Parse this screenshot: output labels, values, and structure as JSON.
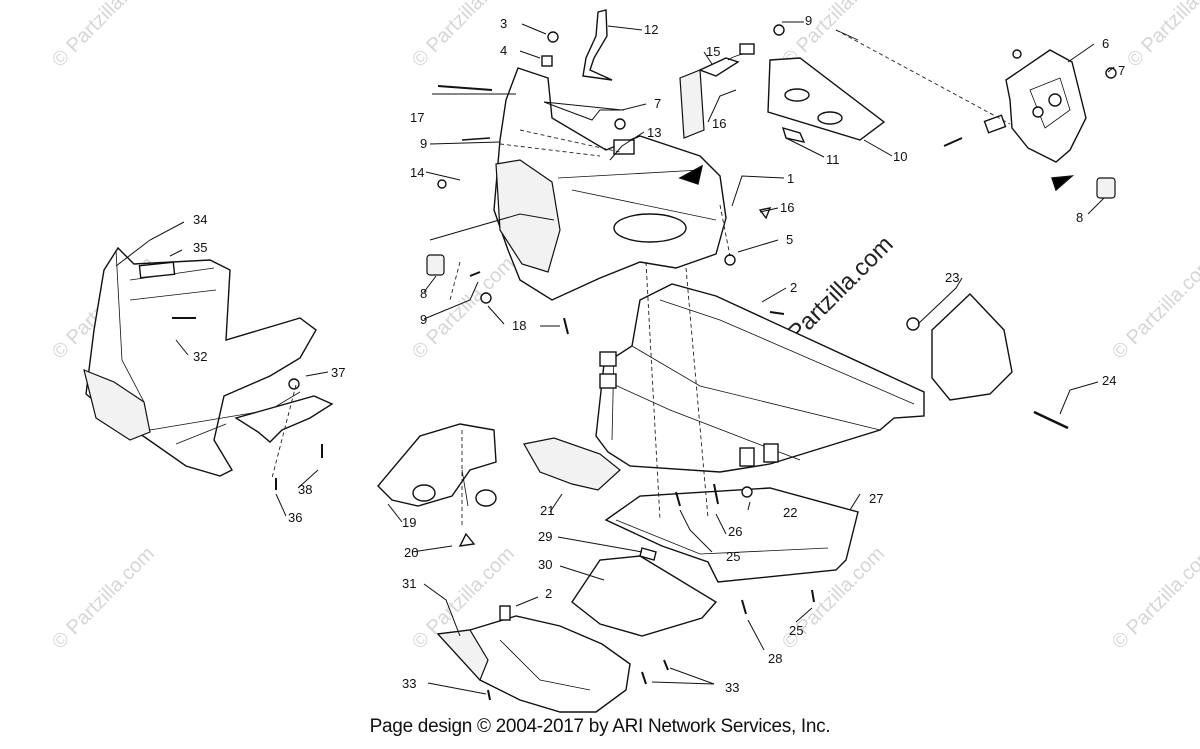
{
  "watermark": "© Partzilla.com",
  "footer": "Page design © 2004-2017 by ARI Network Services, Inc.",
  "callouts": [
    "1",
    "2",
    "3",
    "4",
    "5",
    "6",
    "7",
    "8",
    "9",
    "10",
    "11",
    "12",
    "13",
    "14",
    "15",
    "16",
    "17",
    "18",
    "19",
    "20",
    "21",
    "22",
    "23",
    "24",
    "25",
    "26",
    "27",
    "28",
    "29",
    "30",
    "31",
    "32",
    "33",
    "34",
    "35",
    "36",
    "37",
    "38"
  ]
}
